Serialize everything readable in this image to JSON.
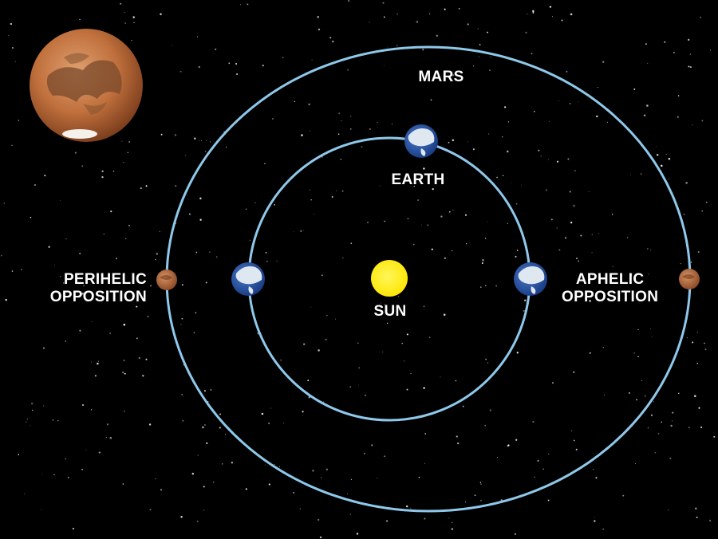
{
  "labels": {
    "mars_orbit": "MARS",
    "earth": "EARTH",
    "sun": "SUN",
    "perihelic_line1": "PERIHELIC",
    "perihelic_line2": "OPPOSITION",
    "aphelic_line1": "APHELIC",
    "aphelic_line2": "OPPOSITION"
  },
  "colors": {
    "background": "#000000",
    "orbit": "#8ec8ea",
    "sun": "#ffee00",
    "mars": "#c07840",
    "earth_ocean": "#2a4f9c",
    "earth_ice": "#e8eef4",
    "label": "#ffffff"
  },
  "icons": [
    "mars-planet-icon",
    "earth-icon",
    "sun-icon",
    "star-field"
  ]
}
